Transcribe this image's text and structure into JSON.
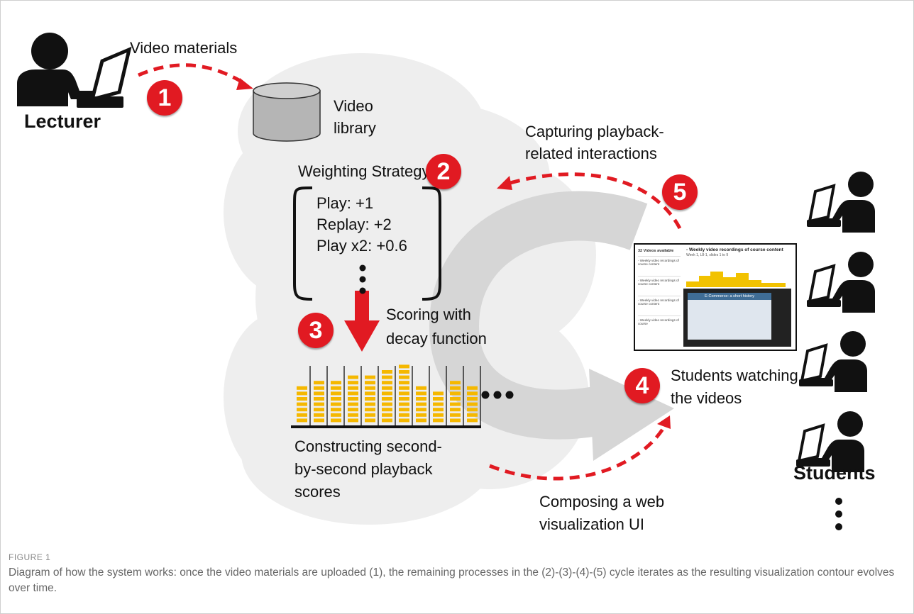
{
  "labels": {
    "video_materials": "Video materials",
    "lecturer": "Lecturer",
    "video_library_line1": "Video",
    "video_library_line2": "library",
    "weighting_strategy": "Weighting Strategy",
    "scoring_line1": "Scoring with",
    "scoring_line2": "decay function",
    "constructing_line1": "Constructing second-",
    "constructing_line2": "by-second playback",
    "constructing_line3": "scores",
    "capturing_line1": "Capturing playback-",
    "capturing_line2": "related interactions",
    "students_watching_line1": "Students watching",
    "students_watching_line2": "the videos",
    "composing_line1": "Composing a web",
    "composing_line2": "visualization UI",
    "students": "Students"
  },
  "steps": [
    "1",
    "2",
    "3",
    "4",
    "5"
  ],
  "weights": [
    "Play: +1",
    "Replay: +2",
    "Play x2: +0.6"
  ],
  "histogram": {
    "bar_blocks": [
      7,
      8,
      8,
      9,
      9,
      10,
      11,
      7,
      6,
      8,
      7
    ]
  },
  "screenshot": {
    "title": "- Weekly video recordings of course content",
    "subtitle": "Week 1, L8-1, slides 1 to 9",
    "sidebar_header": "32 Videos available",
    "sidebar_items": [
      "- Weekly video recordings of course content",
      "- Weekly video recordings of course content",
      "- Weekly video recordings of course content",
      "- Weekly video recordings of course"
    ],
    "slide_title": "E-Commerce: a short history"
  },
  "caption": {
    "label": "FIGURE 1",
    "text": "Diagram of how the system works: once the video materials are uploaded (1), the remaining processes in the (2)-(3)-(4)-(5) cycle iterates as the resulting visualization contour evolves over time."
  },
  "colors": {
    "badge": "#e11a22",
    "arrow": "#e11a22",
    "bars": "#f5b800",
    "cloud": "#eeeeee",
    "cycle_arrow": "#d6d6d6"
  }
}
